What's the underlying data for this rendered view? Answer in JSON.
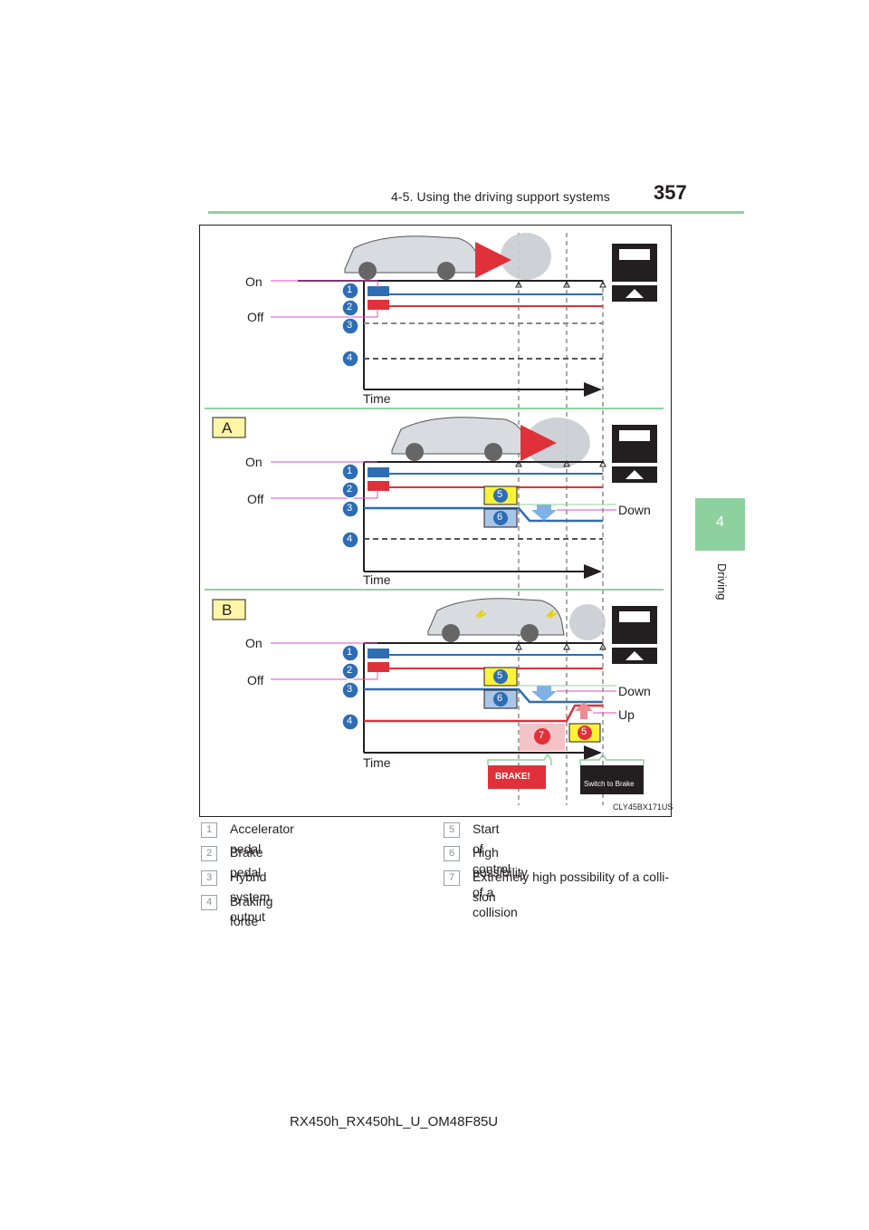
{
  "header": {
    "section_title": "4-5. Using the driving support systems",
    "page_number": "357"
  },
  "side_tab": {
    "chapter_number": "4",
    "chapter_label": "Driving"
  },
  "figure": {
    "panel_labels": [
      "A",
      "B"
    ],
    "on_label": "On",
    "off_label": "Off",
    "time_label": "Time",
    "down_label": "Down",
    "up_label": "Up",
    "brake_badge": "BRAKE!",
    "switch_badge": "Switch to Brake",
    "code": "CLY45BX171US",
    "track_numbers": [
      "1",
      "2",
      "3",
      "4"
    ],
    "callouts": {
      "start": "5",
      "high": "6",
      "extreme": "7"
    },
    "colors": {
      "blue": "#2e6db4",
      "red": "#e0313a",
      "magenta": "#e048c8",
      "green": "#8fd19e",
      "yellow": "#fff23a",
      "pink": "#f4c3c8"
    }
  },
  "legend": [
    {
      "num": "1",
      "text": "Accelerator pedal"
    },
    {
      "num": "2",
      "text": "Brake pedal"
    },
    {
      "num": "3",
      "text": "Hybrid system output"
    },
    {
      "num": "4",
      "text": "Braking force"
    },
    {
      "num": "5",
      "text": "Start of control"
    },
    {
      "num": "6",
      "text": "High possibility of a collision"
    },
    {
      "num": "7",
      "text": "Extremely high possibility of a colli-\nsion"
    }
  ],
  "footer": {
    "code": "RX450h_RX450hL_U_OM48F85U"
  }
}
